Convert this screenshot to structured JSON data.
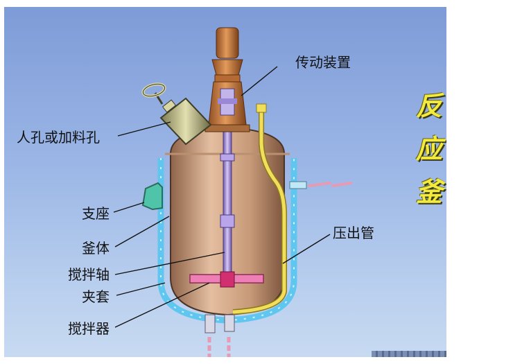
{
  "labels": {
    "drive": "传动装置",
    "manhole": "人孔或加料孔",
    "support": "支座",
    "body": "釜体",
    "shaft": "搅拌轴",
    "jacket": "夹套",
    "agitator": "搅拌器",
    "outlet_pipe": "压出管"
  },
  "title_chars": [
    "反",
    "应",
    "釜"
  ],
  "colors": {
    "background_top": "#7e9bd7",
    "background_bottom": "#c8daf2",
    "vessel": "#c79a78",
    "jacket": "#5fc6ef",
    "shaft": "#a48ad8",
    "agitator_blade": "#ee7fb5",
    "outlet_pipe": "#e8d54a",
    "title": "#f2ea3c"
  }
}
